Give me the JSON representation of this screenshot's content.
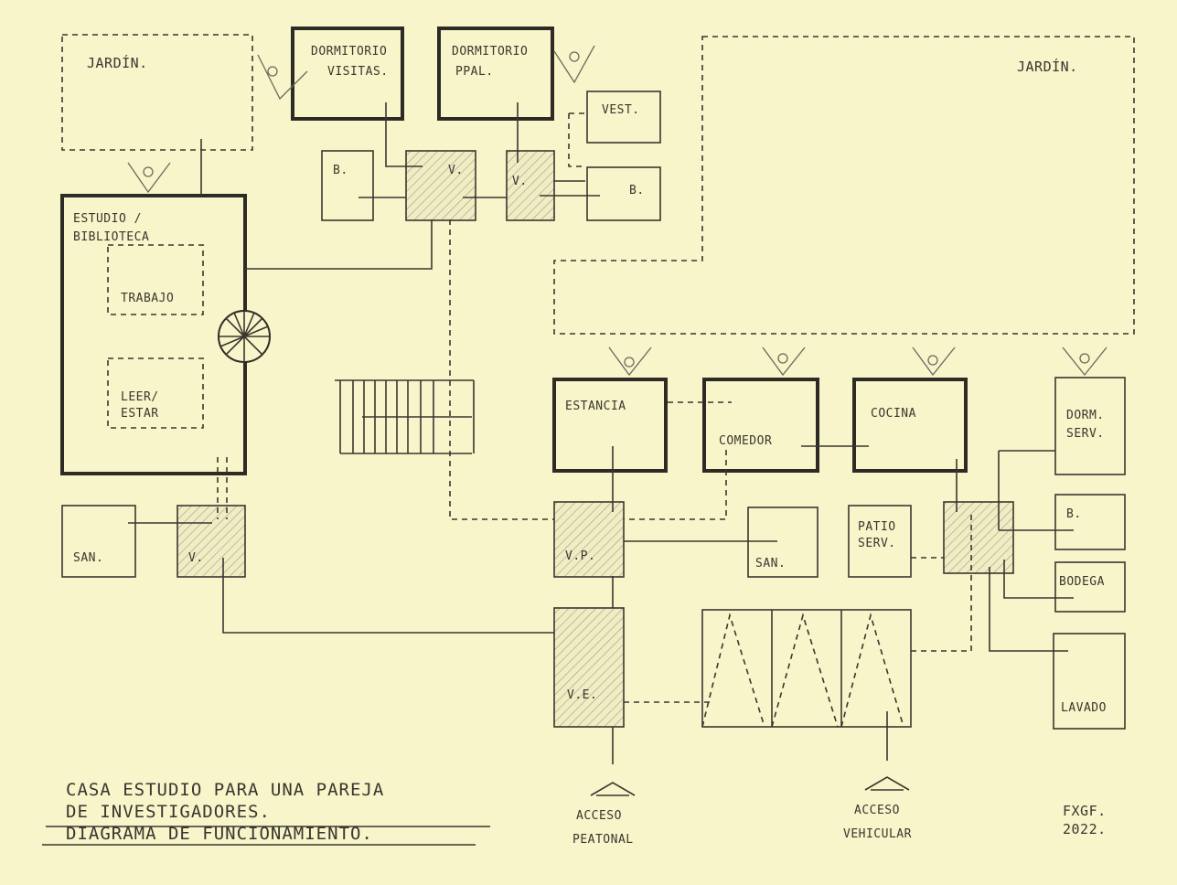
{
  "diagram": {
    "colors": {
      "paper": "#f7f5c9",
      "ink": "#3a3630",
      "hatch": "#a6a193"
    },
    "rooms": {
      "jardin_left": "JARDÍN.",
      "jardin_right": "JARDÍN.",
      "dorm_visitas_1": "DORMITORIO",
      "dorm_visitas_2": "VISITAS.",
      "dorm_ppal_1": "DORMITORIO",
      "dorm_ppal_2": "PPAL.",
      "vest": "VEST.",
      "bano_top_left": "B.",
      "vest_top_1": "V.",
      "vest_top_2": "V.",
      "bano_top_right": "B.",
      "estudio_1": "ESTUDIO /",
      "estudio_2": "BIBLIOTECA",
      "trabajo": "TRABAJO",
      "leer_1": "LEER/",
      "leer_2": "ESTAR",
      "san_left": "SAN.",
      "vest_left": "V.",
      "estancia": "ESTANCIA",
      "comedor": "COMEDOR",
      "cocina": "COCINA",
      "dorm_serv_1": "DORM.",
      "dorm_serv_2": "SERV.",
      "vp": "V.P.",
      "san_mid": "SAN.",
      "patio_1": "PATIO",
      "patio_2": "SERV.",
      "bano_serv": "B.",
      "bodega": "BODEGA",
      "ve": "V.E.",
      "lavado": "LAVADO"
    },
    "accesses": {
      "peatonal_1": "ACCESO",
      "peatonal_2": "PEATONAL",
      "vehicular_1": "ACCESO",
      "vehicular_2": "VEHICULAR"
    },
    "caption": {
      "line1": "CASA ESTUDIO PARA UNA PAREJA",
      "line2": "DE INVESTIGADORES.",
      "line3": "DIAGRAMA DE FUNCIONAMIENTO."
    },
    "signature": {
      "line1": "FXGF.",
      "line2": "2022."
    }
  }
}
